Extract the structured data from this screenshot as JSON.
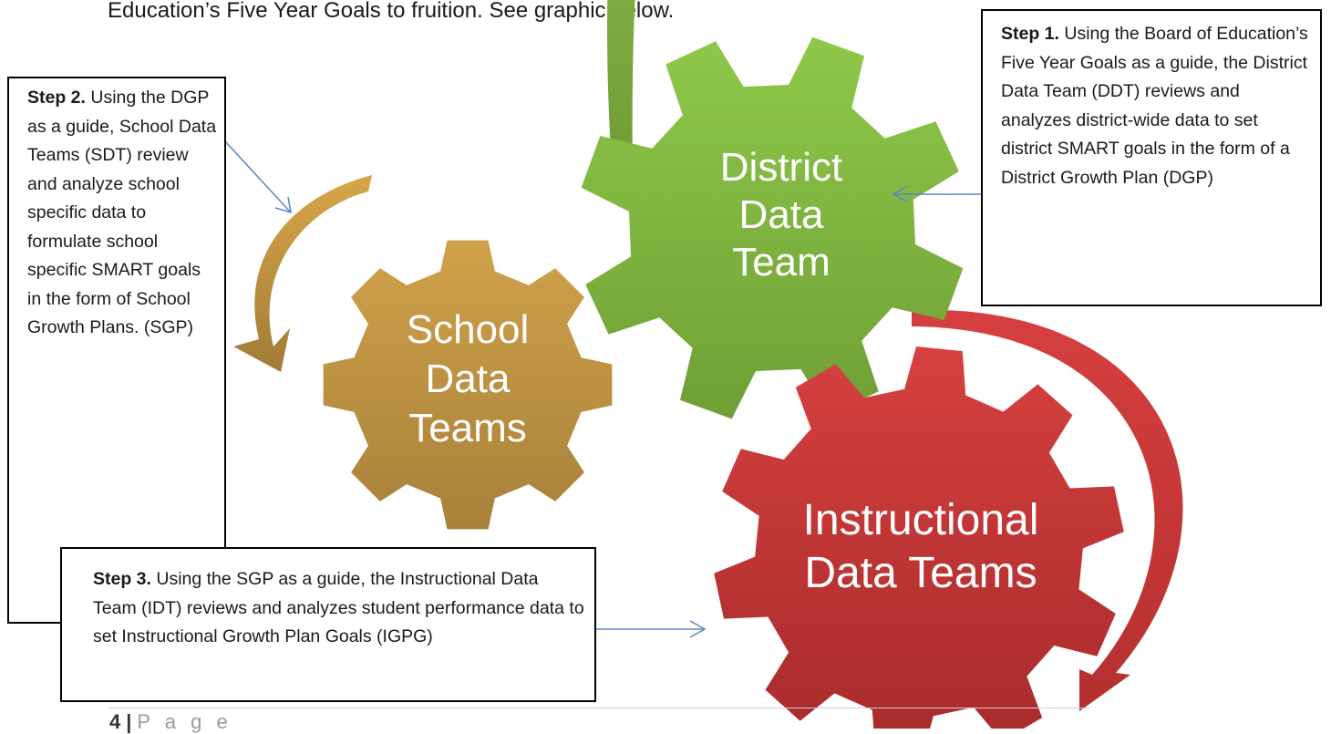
{
  "header_text": "Education’s Five Year Goals to fruition.  See graphic below.",
  "gears": {
    "district": {
      "lines": [
        "District",
        "Data",
        "Team"
      ],
      "color": "#7fb23a"
    },
    "school": {
      "lines": [
        "School",
        "Data",
        "Teams"
      ],
      "color": "#c19a41"
    },
    "instructional": {
      "lines": [
        "Instructional",
        "Data Teams"
      ],
      "color": "#c23433"
    }
  },
  "steps": {
    "step1": {
      "label": "Step 1.",
      "text": " Using the Board of Education’s Five Year Goals as a guide, the District Data Team (DDT) reviews and analyzes district-wide data to set district SMART goals in the form of a District Growth Plan (DGP)"
    },
    "step2": {
      "label": "Step 2.",
      "text": " Using the DGP as a guide, School Data Teams (SDT) review and analyze school specific data to formulate school specific SMART goals in the form of School Growth Plans. (SGP)"
    },
    "step3": {
      "label": "Step 3.",
      "text": " Using the SGP as a guide, the Instructional Data Team (IDT) reviews and analyzes student performance data to set Instructional Growth Plan Goals (IGPG)"
    }
  },
  "footer": {
    "page_number": "4",
    "separator": "|",
    "page_word": "P a g e"
  },
  "colors": {
    "connector": "#5a86c5"
  }
}
